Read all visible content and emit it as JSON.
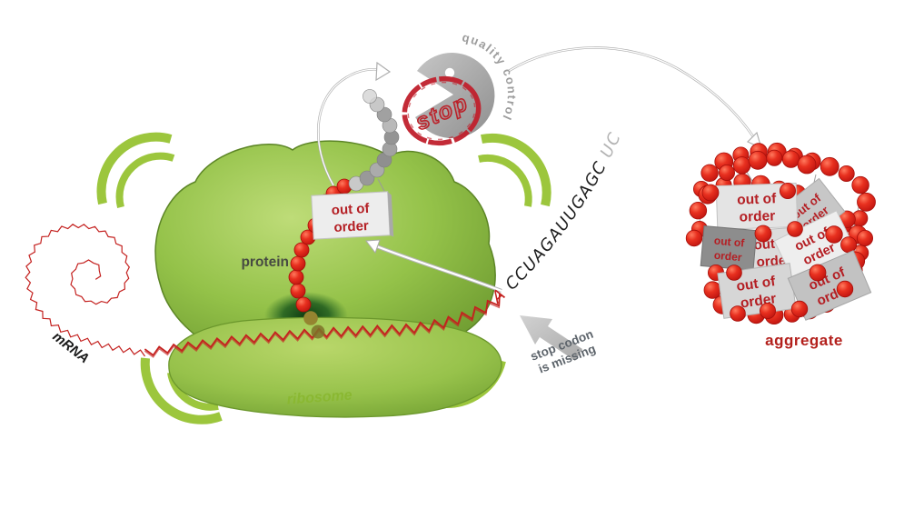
{
  "labels": {
    "mrna": "mRNA",
    "protein": "protein",
    "ribosome": "ribosome",
    "quality_control": "quality control",
    "stop_stamp": "stop",
    "stop_codon_line1": "stop codon",
    "stop_codon_line2": "is missing",
    "out_of_line1": "out of",
    "out_of_line2": "order",
    "aggregate": "aggregate"
  },
  "sequence": {
    "full": "ACCUAGAUUGAGCUC",
    "leading": "A",
    "main": "CCUAGAUUGAGC",
    "fading": "UC"
  },
  "colors": {
    "ribosome_green": "#8ab93f",
    "ribosome_light": "#b7d96f",
    "accent_green": "#9cc63d",
    "mrna_red": "#c4211f",
    "bead_red": "#e2231a",
    "tag_gray": "#dcdcdc",
    "tag_text_red": "#b41f24",
    "stamp_red": "#c0202c",
    "quality_gray": "#9c9c9c",
    "label_green": "#8ab832",
    "dark_text": "#5d646b"
  }
}
